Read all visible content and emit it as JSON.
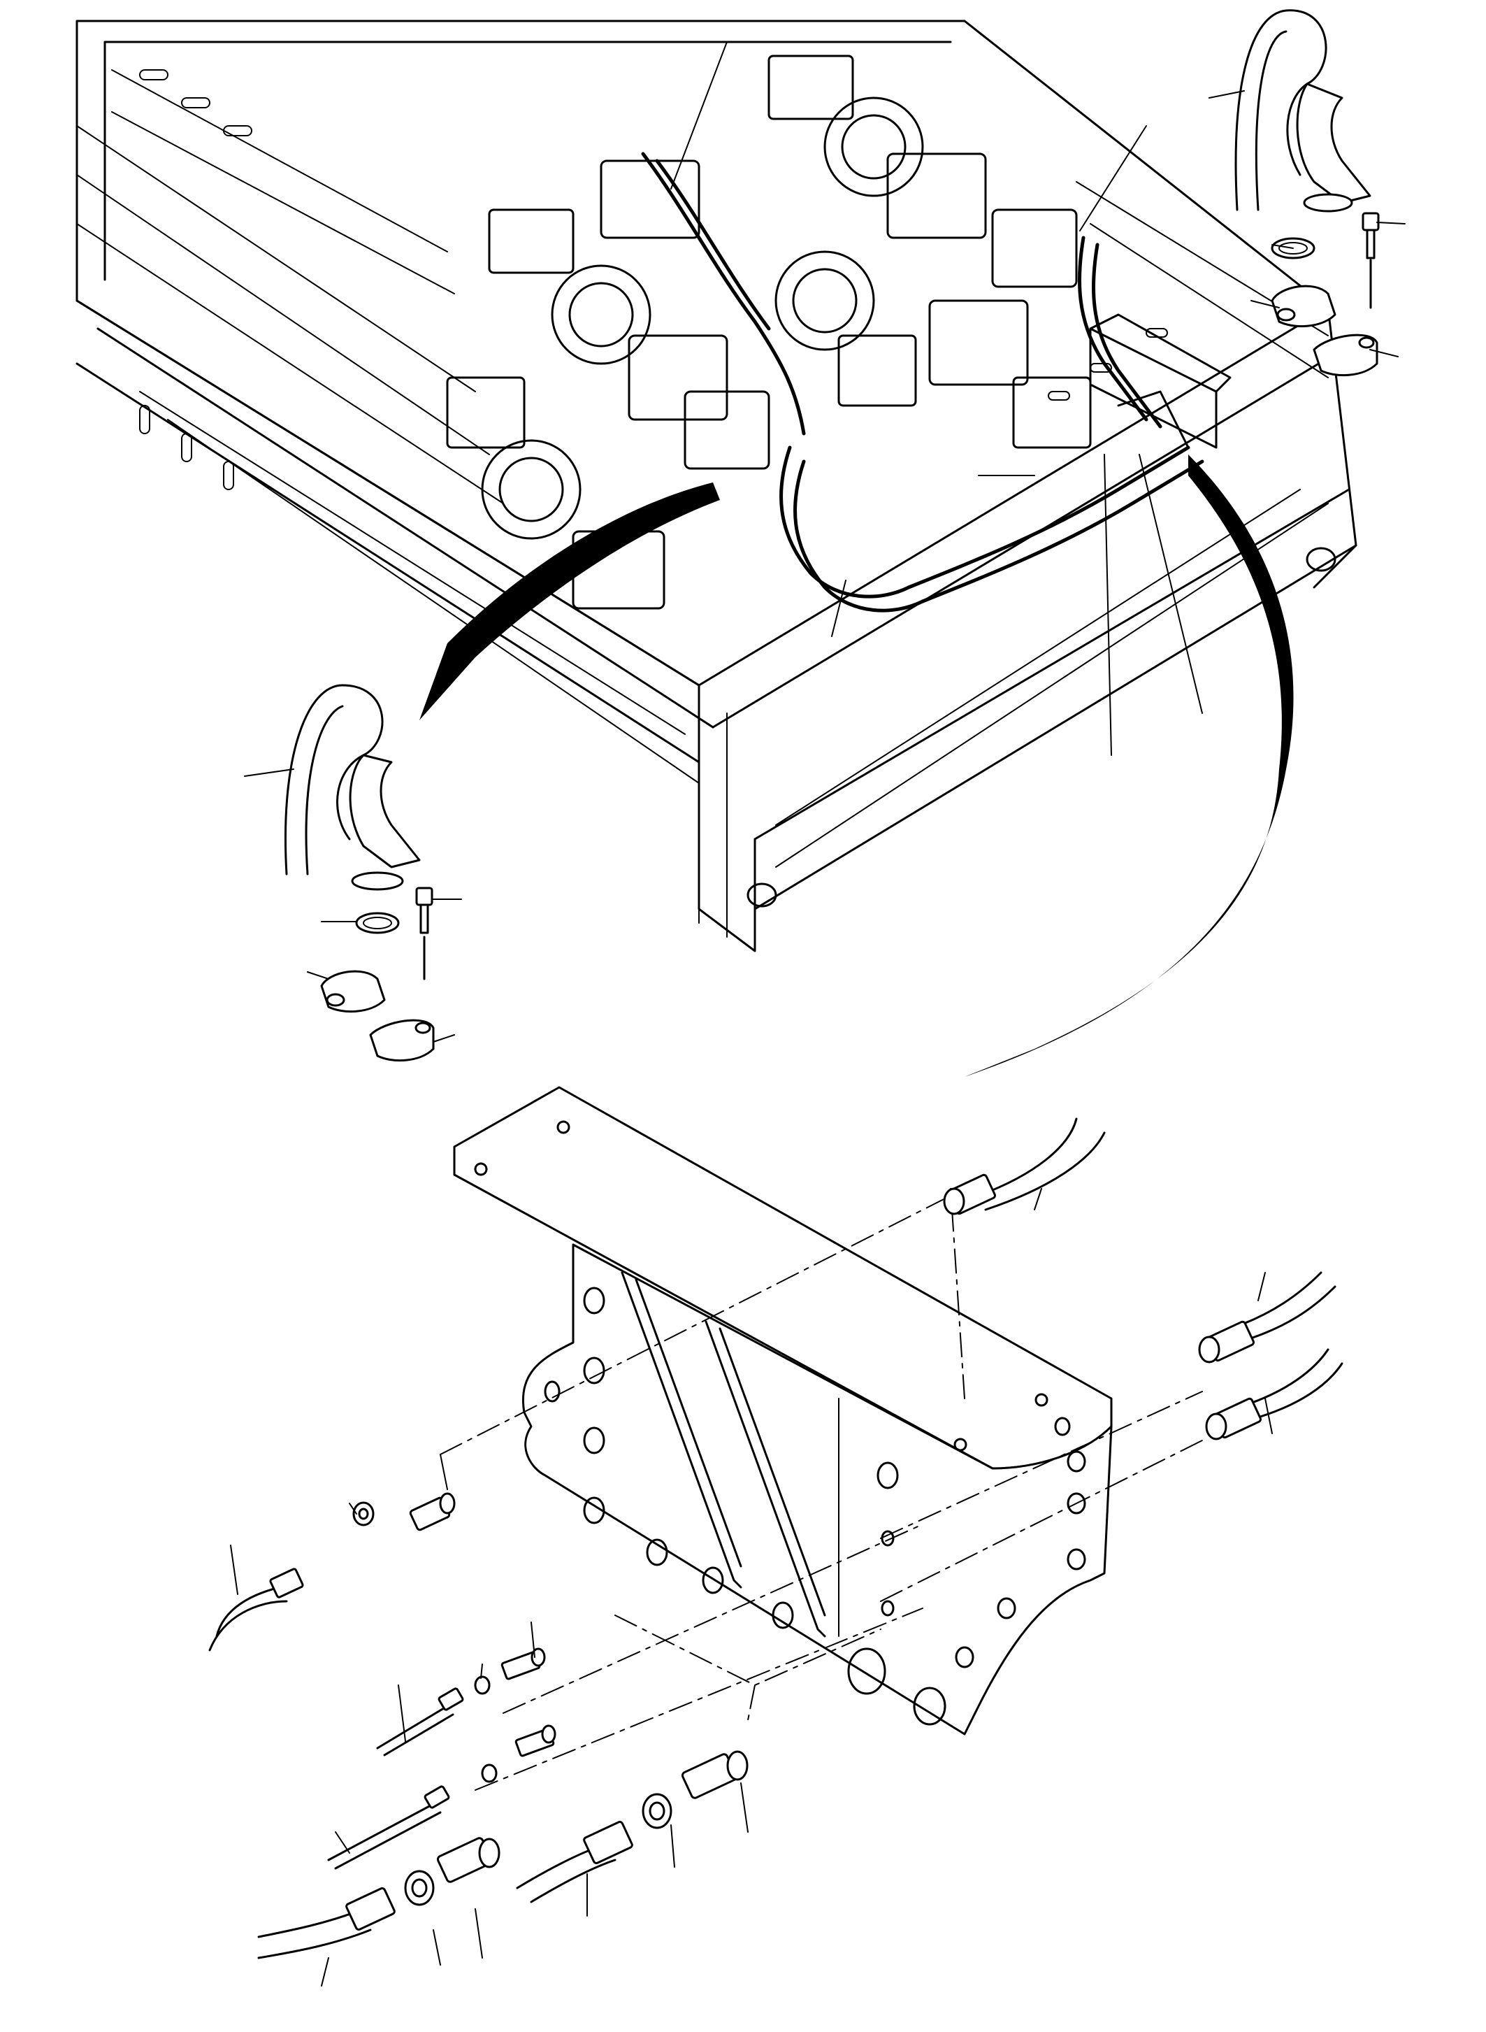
{
  "figure": {
    "kind": "exploded-parts-drawing",
    "printed_text": [],
    "colors": {
      "line": "#000000",
      "background": "#ffffff"
    },
    "views": [
      {
        "name": "machine-frame-overview",
        "description_key": "upper-assembly"
      },
      {
        "name": "detail-flange-left",
        "description_key": "split-flange-detail"
      },
      {
        "name": "detail-flange-right",
        "description_key": "split-flange-detail"
      },
      {
        "name": "bulkhead-bracket-detail",
        "description_key": "hose-bulkhead-bracket"
      }
    ],
    "leader_count": 27
  }
}
